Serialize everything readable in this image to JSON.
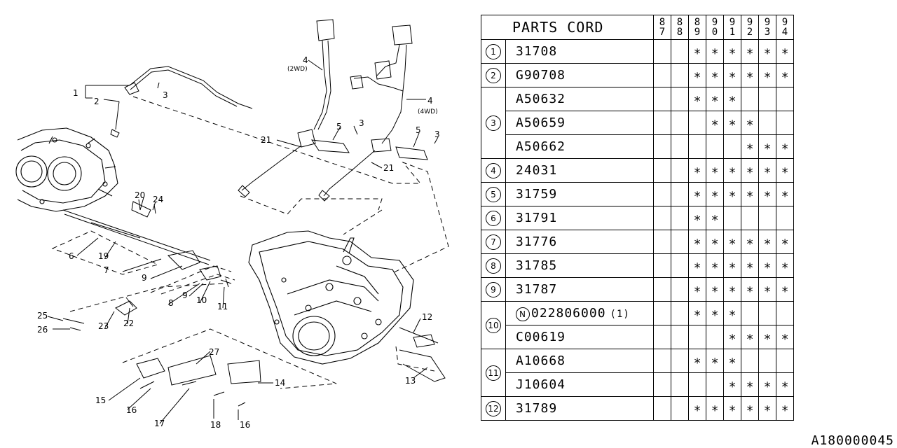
{
  "table": {
    "header_title": "PARTS CORD",
    "years": [
      [
        "8",
        "7"
      ],
      [
        "8",
        "8"
      ],
      [
        "8",
        "9"
      ],
      [
        "9",
        "0"
      ],
      [
        "9",
        "1"
      ],
      [
        "9",
        "2"
      ],
      [
        "9",
        "3"
      ],
      [
        "9",
        "4"
      ]
    ],
    "star": "∗",
    "qty_note": "(1)",
    "n_mark": "N",
    "rows": [
      {
        "num": "1",
        "code": "31708",
        "years": [
          false,
          false,
          true,
          true,
          true,
          true,
          true,
          true
        ]
      },
      {
        "num": "2",
        "code": "G90708",
        "years": [
          false,
          false,
          true,
          true,
          true,
          true,
          true,
          true
        ]
      },
      {
        "num": "3",
        "code": "A50632",
        "years": [
          false,
          false,
          true,
          true,
          true,
          false,
          false,
          false
        ]
      },
      {
        "num": "",
        "code": "A50659",
        "years": [
          false,
          false,
          false,
          true,
          true,
          true,
          false,
          false
        ]
      },
      {
        "num": "",
        "code": "A50662",
        "years": [
          false,
          false,
          false,
          false,
          false,
          true,
          true,
          true
        ]
      },
      {
        "num": "4",
        "code": "24031",
        "years": [
          false,
          false,
          true,
          true,
          true,
          true,
          true,
          true
        ]
      },
      {
        "num": "5",
        "code": "31759",
        "years": [
          false,
          false,
          true,
          true,
          true,
          true,
          true,
          true
        ]
      },
      {
        "num": "6",
        "code": "31791",
        "years": [
          false,
          false,
          true,
          true,
          false,
          false,
          false,
          false
        ]
      },
      {
        "num": "7",
        "code": "31776",
        "years": [
          false,
          false,
          true,
          true,
          true,
          true,
          true,
          true
        ]
      },
      {
        "num": "8",
        "code": "31785",
        "years": [
          false,
          false,
          true,
          true,
          true,
          true,
          true,
          true
        ]
      },
      {
        "num": "9",
        "code": "31787",
        "years": [
          false,
          false,
          true,
          true,
          true,
          true,
          true,
          true
        ]
      },
      {
        "num": "10",
        "code": "022806000",
        "years": [
          false,
          false,
          true,
          true,
          true,
          false,
          false,
          false
        ]
      },
      {
        "num": "",
        "code": "C00619",
        "years": [
          false,
          false,
          false,
          false,
          true,
          true,
          true,
          true
        ]
      },
      {
        "num": "11",
        "code": "A10668",
        "years": [
          false,
          false,
          true,
          true,
          true,
          false,
          false,
          false
        ]
      },
      {
        "num": "",
        "code": "J10604",
        "years": [
          false,
          false,
          false,
          false,
          true,
          true,
          true,
          true
        ]
      },
      {
        "num": "12",
        "code": "31789",
        "years": [
          false,
          false,
          true,
          true,
          true,
          true,
          true,
          true
        ]
      }
    ]
  },
  "diagram": {
    "callouts": [
      "1",
      "2",
      "3",
      "4",
      "5",
      "3",
      "4",
      "5",
      "3",
      "21",
      "21",
      "20",
      "24",
      "6",
      "19",
      "7",
      "9",
      "8",
      "9",
      "10",
      "11",
      "25",
      "26",
      "23",
      "22",
      "12",
      "13",
      "27",
      "14",
      "15",
      "16",
      "17",
      "18",
      "16"
    ],
    "notes": [
      "(2WD)",
      "(4WD)"
    ]
  },
  "footer": {
    "id": "A180000045"
  }
}
